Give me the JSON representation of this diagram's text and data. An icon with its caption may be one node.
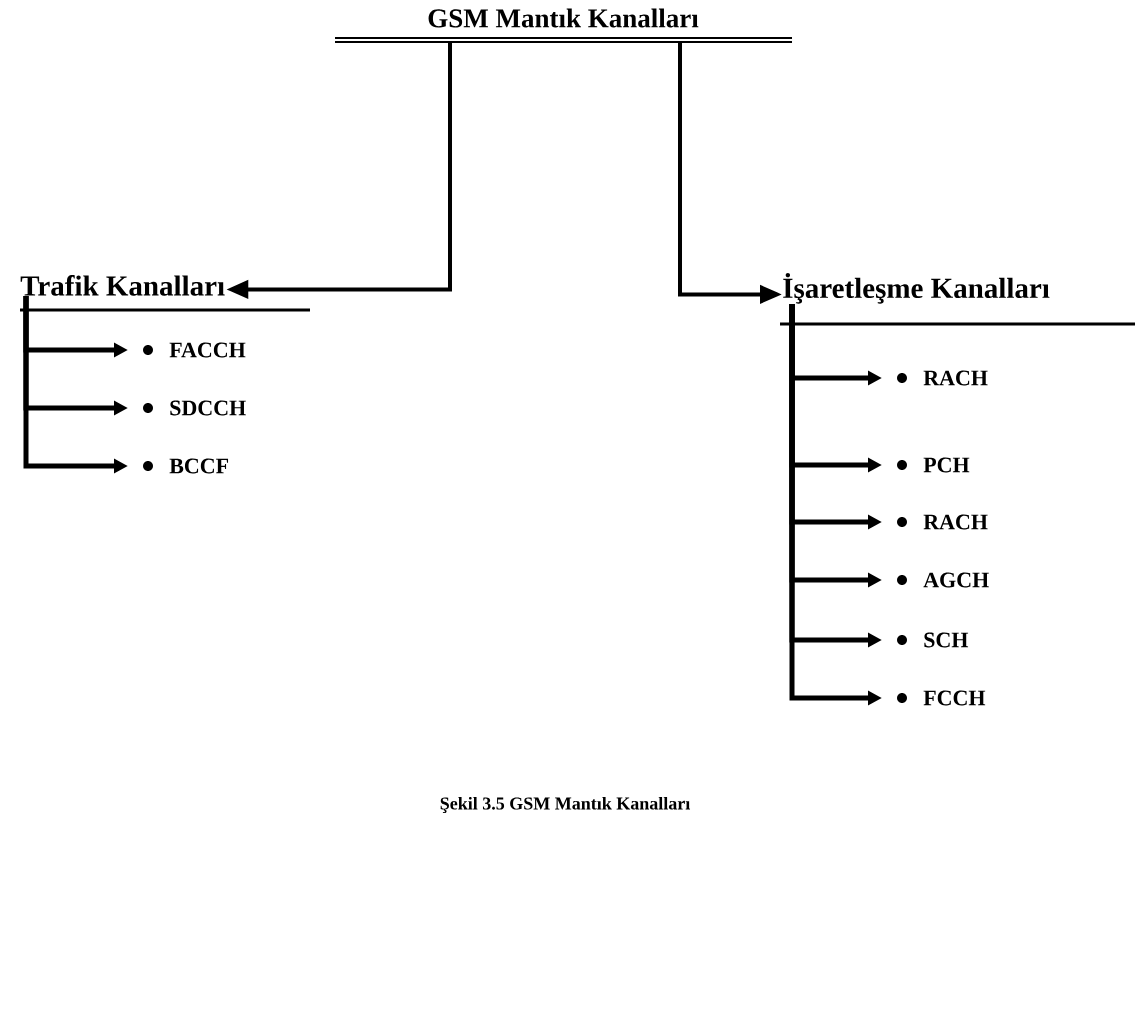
{
  "diagram": {
    "caption": "Şekil 3.5 GSM Mantık Kanalları",
    "nodes": [
      {
        "text": [
          "GSM Mantık Kanalları"
        ]
      },
      {
        "text": [
          "Trafik Kanalları"
        ]
      },
      {
        "text": [
          "İşaretleşme Kanalları"
        ]
      },
      {
        "text": [
          "FACCH"
        ]
      },
      {
        "text": [
          "SDCCH"
        ]
      },
      {
        "text": [
          "BCCF"
        ]
      },
      {
        "text": [
          "RACH"
        ]
      },
      {
        "text": [
          "PCH"
        ]
      },
      {
        "text": [
          "RACH"
        ]
      },
      {
        "text": [
          "AGCH"
        ]
      },
      {
        "text": [
          "SCH"
        ]
      },
      {
        "text": [
          "FCCH"
        ]
      }
    ],
    "edges": [
      {
        "from": 0,
        "to": 1,
        "arrow": "to"
      },
      {
        "from": 0,
        "to": 2,
        "arrow": "to"
      },
      {
        "from": 1,
        "to": 3,
        "arrow": "to"
      },
      {
        "from": 1,
        "to": 4,
        "arrow": "to"
      },
      {
        "from": 1,
        "to": 5,
        "arrow": "to"
      },
      {
        "from": 2,
        "to": 6,
        "arrow": "to"
      },
      {
        "from": 2,
        "to": 7,
        "arrow": "to"
      },
      {
        "from": 2,
        "to": 8,
        "arrow": "to"
      },
      {
        "from": 2,
        "to": 9,
        "arrow": "to"
      },
      {
        "from": 2,
        "to": 10,
        "arrow": "to"
      },
      {
        "from": 2,
        "to": 11,
        "arrow": "to"
      }
    ]
  }
}
